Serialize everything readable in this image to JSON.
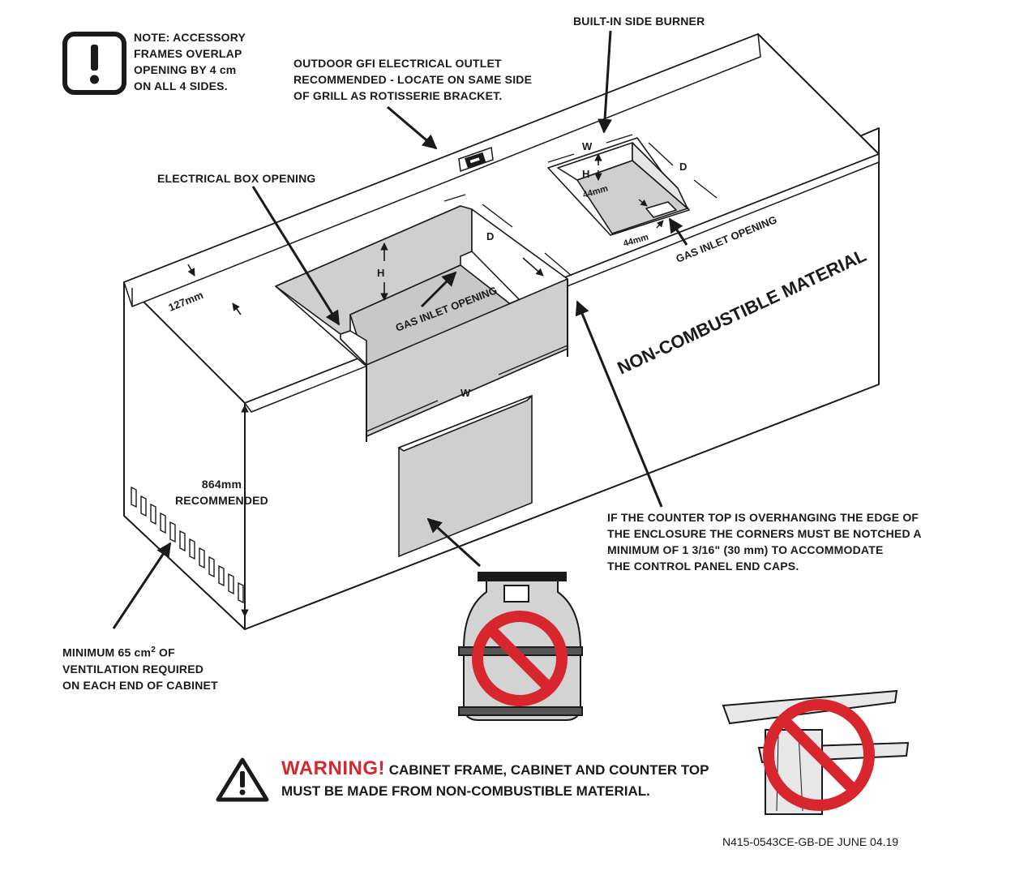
{
  "notes": {
    "accessory": [
      "NOTE: ACCESSORY",
      "FRAMES OVERLAP",
      "OPENING BY 4 cm",
      "ON ALL 4 SIDES."
    ],
    "outlet": [
      "OUTDOOR GFI ELECTRICAL OUTLET",
      "RECOMMENDED - LOCATE ON SAME SIDE",
      "OF GRILL AS ROTISSERIE BRACKET."
    ],
    "side_burner": "BUILT-IN SIDE BURNER",
    "electrical_box": "ELECTRICAL BOX OPENING",
    "height_recommended": [
      "864mm",
      "RECOMMENDED"
    ],
    "overhang": [
      "IF THE COUNTER TOP IS OVERHANGING THE EDGE OF",
      "THE ENCLOSURE THE CORNERS MUST BE NOTCHED A",
      "MINIMUM OF 1 3/16\" (30 mm) TO ACCOMMODATE",
      "THE CONTROL PANEL END CAPS."
    ],
    "ventilation": {
      "line1_prefix": "MINIMUM 65 cm",
      "line1_sup": "2",
      "line1_suffix": " OF",
      "line2": "VENTILATION REQUIRED",
      "line3": "ON EACH END OF CABINET"
    }
  },
  "dimensions": {
    "top_gap": "127mm",
    "main_H": "H",
    "main_D": "D",
    "main_W": "W",
    "main_gas_inlet": "GAS INLET OPENING",
    "burner_W": "W",
    "burner_H": "H",
    "burner_D": "D",
    "burner_44_a": "44mm",
    "burner_44_b": "44mm",
    "burner_gas_inlet": "GAS INLET OPENING"
  },
  "material_label": "NON-COMBUSTIBLE MATERIAL",
  "warning": {
    "title": "WARNING!",
    "line1": " CABINET FRAME, CABINET AND COUNTER TOP",
    "line2": "MUST BE MADE FROM NON-COMBUSTIBLE MATERIAL."
  },
  "doc_id": "N415-0543CE-GB-DE  JUNE 04.19",
  "colors": {
    "prohibition_red": "#d7262e",
    "opening_gray": "#cfcfcf",
    "line": "#1a1a1a"
  }
}
